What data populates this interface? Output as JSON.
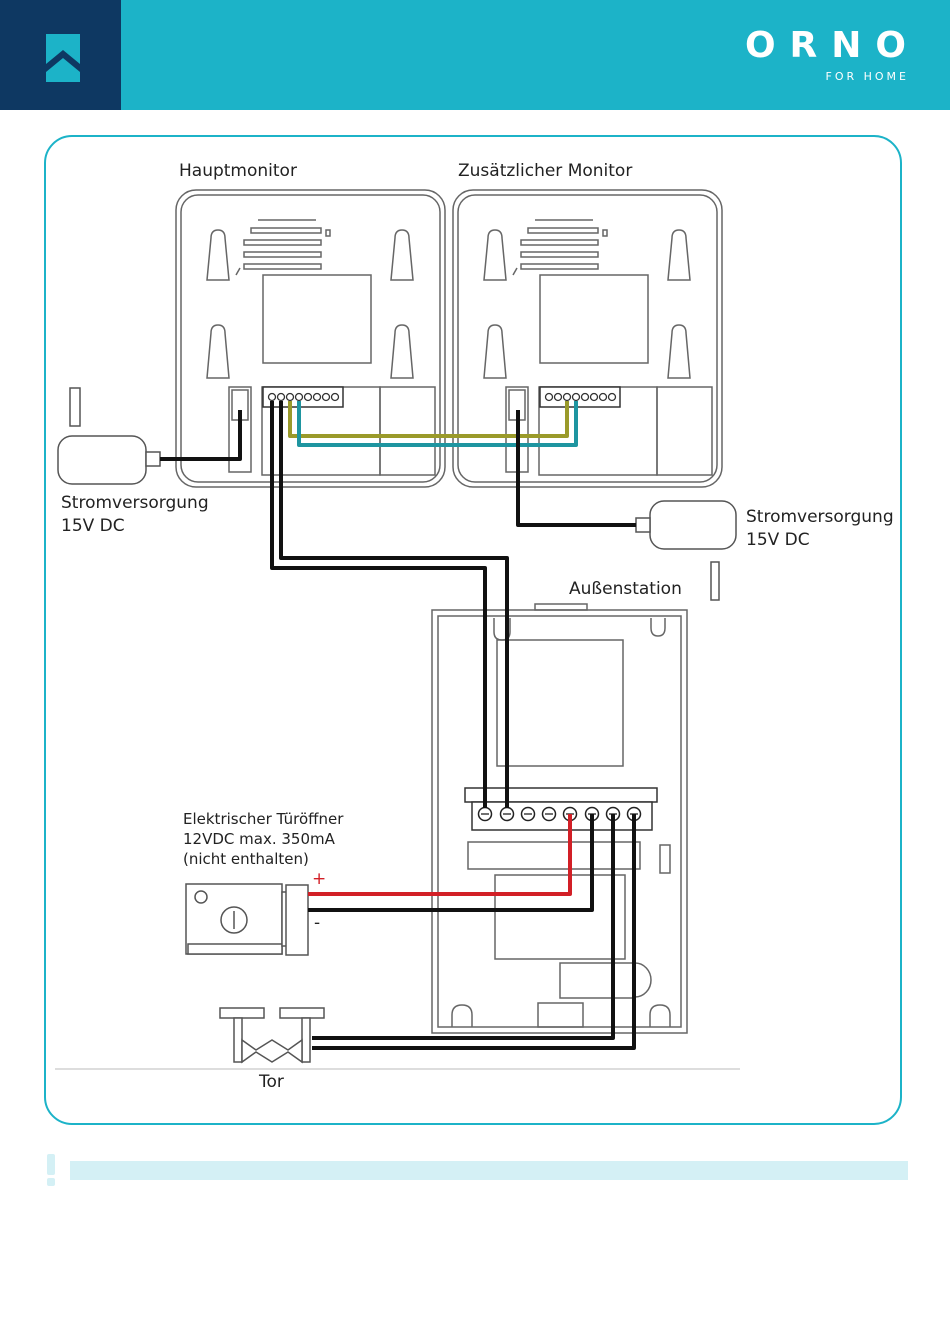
{
  "header": {
    "brand_name": "ORNO",
    "brand_tagline": "FOR HOME",
    "logo_icon": "home-chevron-icon",
    "colors": {
      "header_bg": "#1cb3c8",
      "logo_block_bg": "#0e3862",
      "frame_border": "#1cb3c8",
      "note_bar_bg": "#d4f0f5"
    }
  },
  "diagram": {
    "labels": {
      "main_monitor": "Hauptmonitor",
      "extra_monitor": "Zusätzlicher Monitor",
      "psu_left_line1": "Stromversorgung",
      "psu_left_line2": "15V DC",
      "psu_right_line1": "Stromversorgung",
      "psu_right_line2": "15V DC",
      "outdoor_station": "Außenstation",
      "lock_line1": "Elektrischer Türöffner",
      "lock_line2": "12VDC max. 350mA",
      "lock_line3": "(nicht enthalten)",
      "plus": "+",
      "minus": "-",
      "gate": "Tor"
    },
    "wire_colors": {
      "black": "#111111",
      "red": "#d21f26",
      "olive": "#9a9a2a",
      "teal": "#1e95a0"
    }
  },
  "note": {
    "icon": "exclamation-icon"
  }
}
